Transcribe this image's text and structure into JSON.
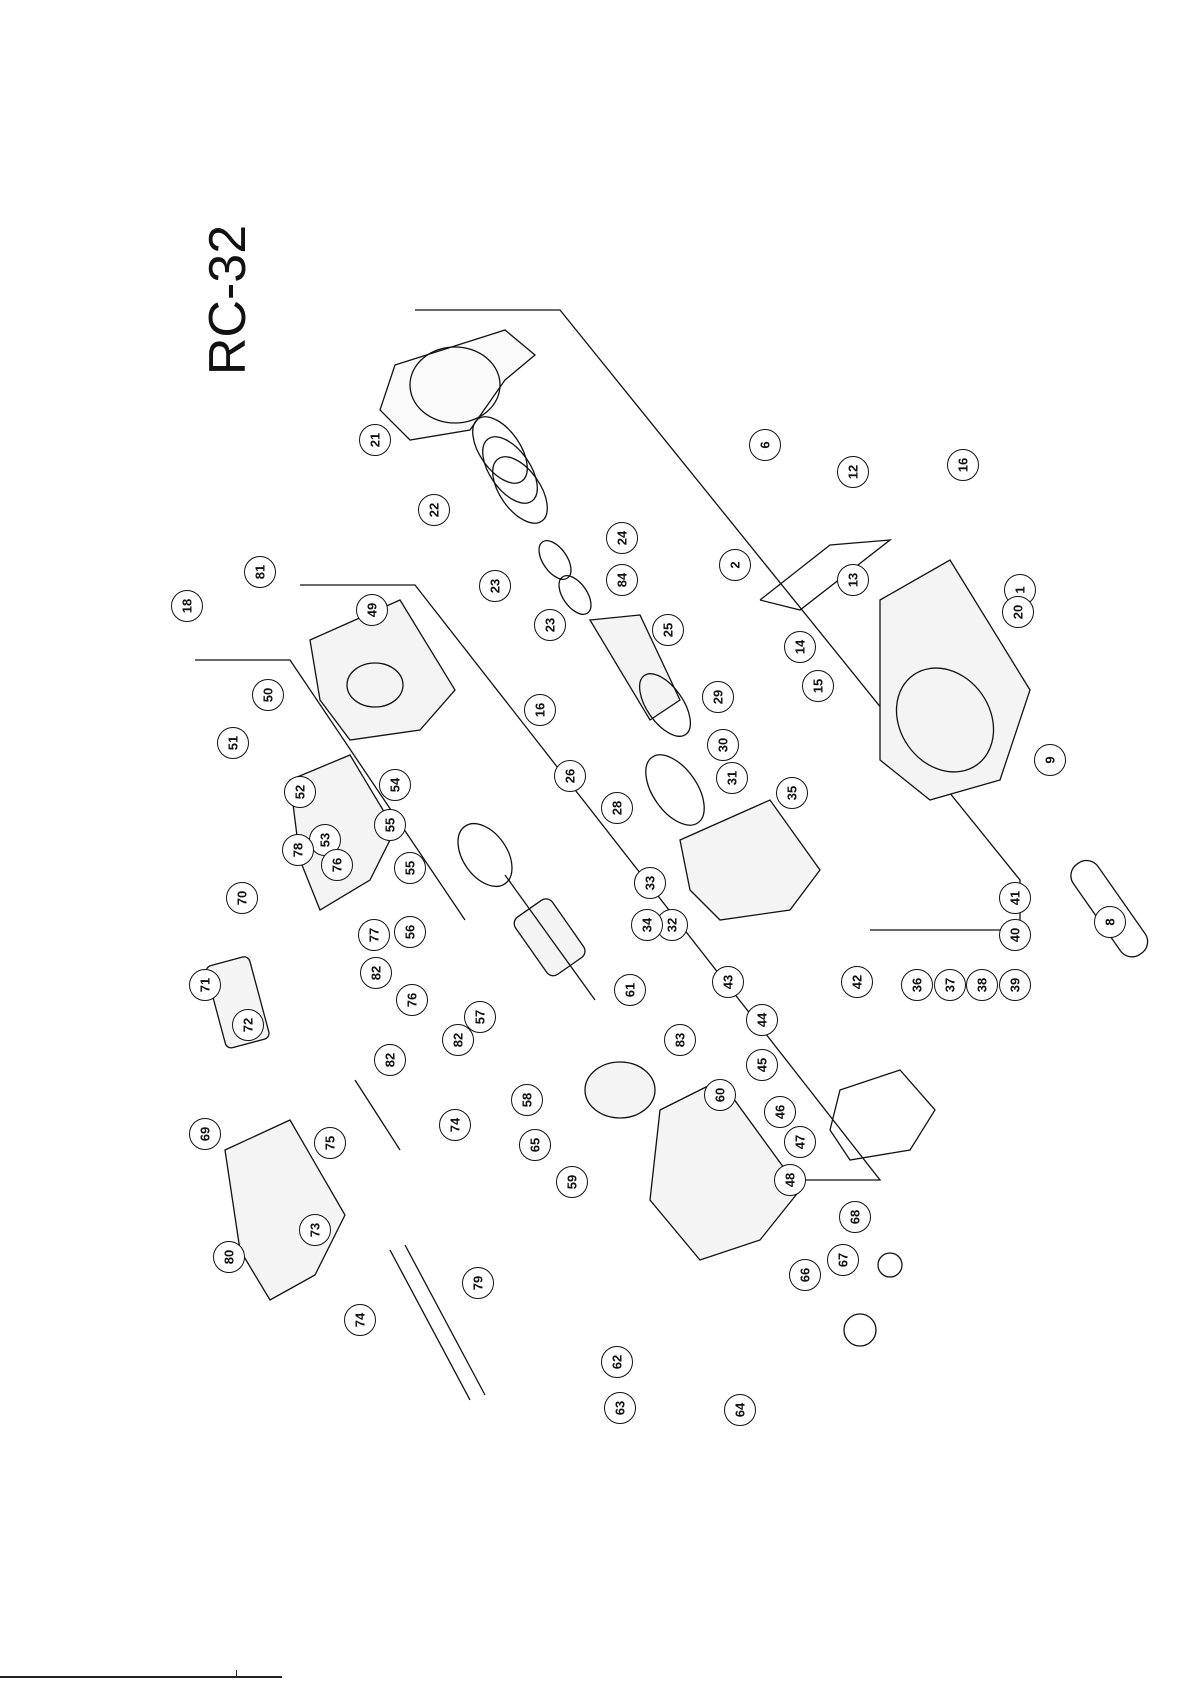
{
  "diagram": {
    "title": "RC-32",
    "callouts": [
      "1",
      "2",
      "6",
      "8",
      "9",
      "12",
      "13",
      "14",
      "15",
      "16",
      "18",
      "20",
      "21",
      "22",
      "23",
      "24",
      "25",
      "26",
      "28",
      "29",
      "30",
      "31",
      "32",
      "33",
      "34",
      "35",
      "36",
      "37",
      "38",
      "39",
      "40",
      "41",
      "42",
      "43",
      "44",
      "45",
      "46",
      "47",
      "48",
      "49",
      "50",
      "51",
      "52",
      "53",
      "54",
      "55",
      "56",
      "57",
      "58",
      "59",
      "60",
      "61",
      "62",
      "63",
      "64",
      "65",
      "66",
      "67",
      "68",
      "69",
      "70",
      "71",
      "72",
      "73",
      "74",
      "75",
      "76",
      "77",
      "78",
      "79",
      "80",
      "81",
      "82",
      "83",
      "84"
    ]
  }
}
